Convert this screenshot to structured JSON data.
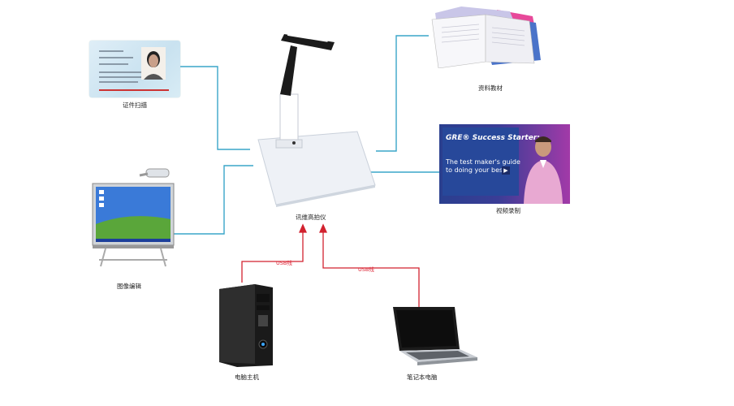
{
  "nodes": {
    "center": "讯维高拍仪",
    "id_scan": "证件扫描",
    "materials": "资料教材",
    "image_edit": "图像编辑",
    "video_record": "视频录制",
    "desktop": "电脑主机",
    "laptop": "笔记本电脑"
  },
  "links": {
    "usb_left": "USB线",
    "usb_right": "USB线"
  },
  "video": {
    "title": "GRE® Success Starter:",
    "line1": "The test maker's guide",
    "line2": "to doing your best"
  },
  "colors": {
    "connector": "#3aa6c9",
    "usb": "#d2222f",
    "video_bg": "#2a3f8f"
  }
}
